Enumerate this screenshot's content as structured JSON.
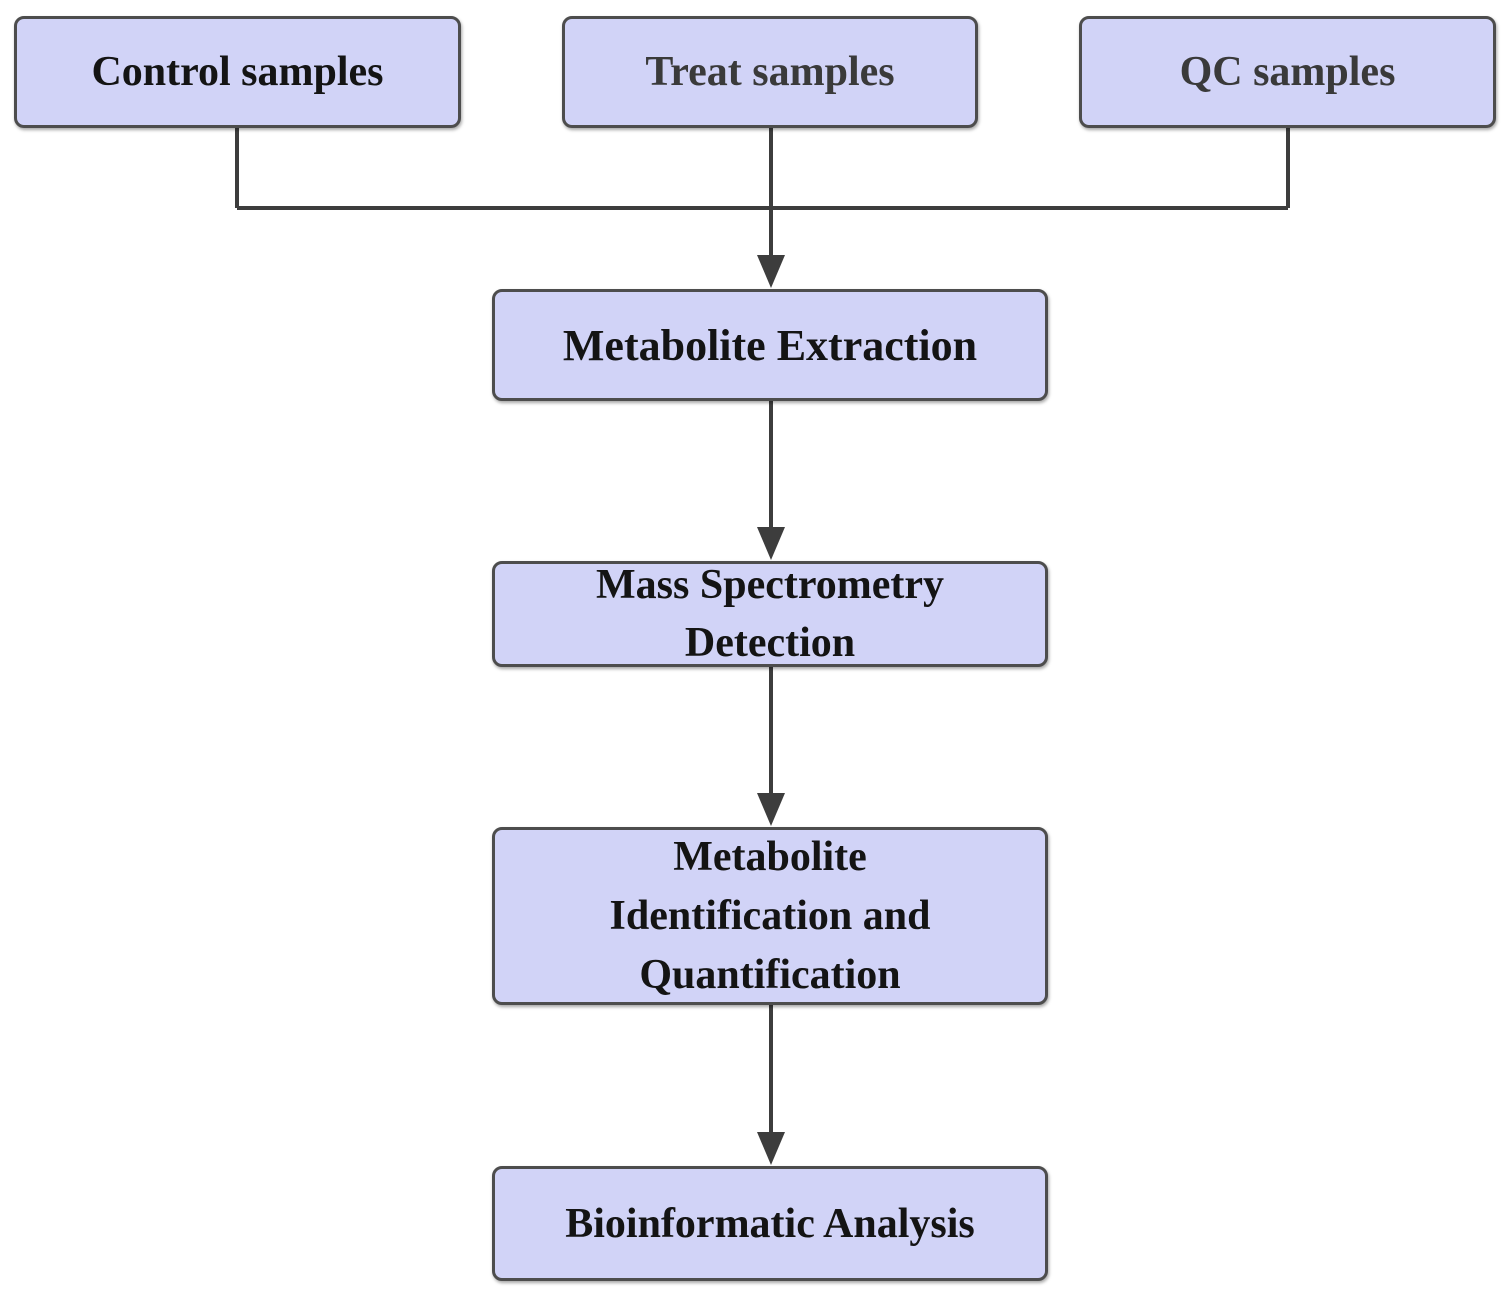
{
  "diagram": {
    "colors": {
      "box_fill": "#d1d3f7",
      "box_border": "#4d4d4d",
      "connector": "#3d3d3d",
      "background": "#ffffff"
    },
    "inputs": [
      {
        "id": "control",
        "label": "Control samples"
      },
      {
        "id": "treat",
        "label": "Treat samples"
      },
      {
        "id": "qc",
        "label": "QC samples"
      }
    ],
    "steps": [
      {
        "id": "extraction",
        "lines": [
          "Metabolite Extraction"
        ]
      },
      {
        "id": "mass",
        "lines": [
          "Mass Spectrometry",
          "Detection"
        ]
      },
      {
        "id": "identification",
        "lines": [
          "Metabolite",
          "Identification and",
          "Quantification"
        ]
      },
      {
        "id": "bioinformatics",
        "lines": [
          "Bioinformatic Analysis"
        ]
      }
    ],
    "edges": [
      {
        "from": "control",
        "to": "extraction"
      },
      {
        "from": "treat",
        "to": "extraction"
      },
      {
        "from": "qc",
        "to": "extraction"
      },
      {
        "from": "extraction",
        "to": "mass"
      },
      {
        "from": "mass",
        "to": "identification"
      },
      {
        "from": "identification",
        "to": "bioinformatics"
      }
    ]
  }
}
